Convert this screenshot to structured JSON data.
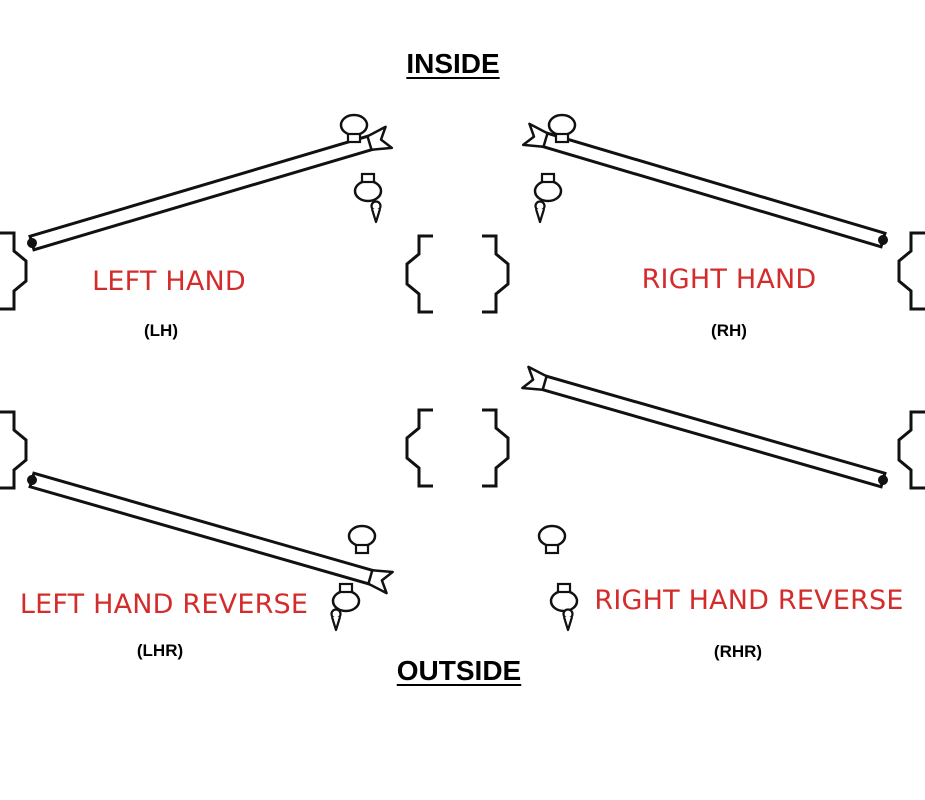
{
  "headings": {
    "inside": "INSIDE",
    "outside": "OUTSIDE"
  },
  "doors": [
    {
      "id": "left-hand",
      "label": "LEFT HAND",
      "abbr": "(LH)"
    },
    {
      "id": "right-hand",
      "label": "RIGHT HAND",
      "abbr": "(RH)"
    },
    {
      "id": "left-hand-reverse",
      "label": "LEFT HAND REVERSE",
      "abbr": "(LHR)"
    },
    {
      "id": "right-hand-reverse",
      "label": "RIGHT HAND REVERSE",
      "abbr": "(RHR)"
    }
  ],
  "colors": {
    "label": "#d42b2b",
    "line": "#111111",
    "background": "#ffffff"
  }
}
